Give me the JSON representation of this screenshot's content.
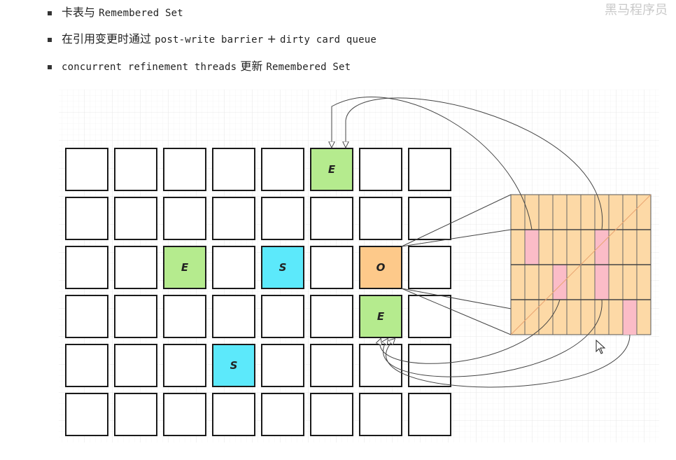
{
  "bullets": [
    {
      "parts": [
        {
          "text": "卡表与 ",
          "mono": false
        },
        {
          "text": "Remembered Set",
          "mono": true
        }
      ]
    },
    {
      "parts": [
        {
          "text": "在引用变更时通过 ",
          "mono": false
        },
        {
          "text": "post-write barrier",
          "mono": true
        },
        {
          "text": " + ",
          "mono": false
        },
        {
          "text": "dirty card queue",
          "mono": true
        }
      ]
    },
    {
      "parts": [
        {
          "text": "concurrent refinement threads",
          "mono": true
        },
        {
          "text": " 更新 ",
          "mono": false
        },
        {
          "text": "Remembered Set",
          "mono": true
        }
      ]
    }
  ],
  "watermark": "黑马程序员",
  "heap": {
    "rows": 6,
    "cols": 8,
    "regions": [
      {
        "row": 0,
        "col": 5,
        "label": "E",
        "type": "eden"
      },
      {
        "row": 2,
        "col": 2,
        "label": "E",
        "type": "eden"
      },
      {
        "row": 2,
        "col": 4,
        "label": "S",
        "type": "survivor"
      },
      {
        "row": 2,
        "col": 6,
        "label": "O",
        "type": "old"
      },
      {
        "row": 3,
        "col": 6,
        "label": "E",
        "type": "eden"
      },
      {
        "row": 4,
        "col": 3,
        "label": "S",
        "type": "survivor"
      }
    ]
  },
  "card_table": {
    "rows": 4,
    "cols": 10,
    "dirty_cards": [
      {
        "row": 1,
        "col": 1
      },
      {
        "row": 1,
        "col": 6
      },
      {
        "row": 2,
        "col": 3
      },
      {
        "row": 2,
        "col": 6
      },
      {
        "row": 3,
        "col": 8
      }
    ]
  },
  "colors": {
    "eden": "#b5eb8e",
    "survivor": "#5ce9fb",
    "old": "#fdc98a",
    "empty": "#ffffff",
    "card": "#fdd9a6",
    "dirty": "#fbbcc7",
    "grid": "#e8e8e8"
  }
}
